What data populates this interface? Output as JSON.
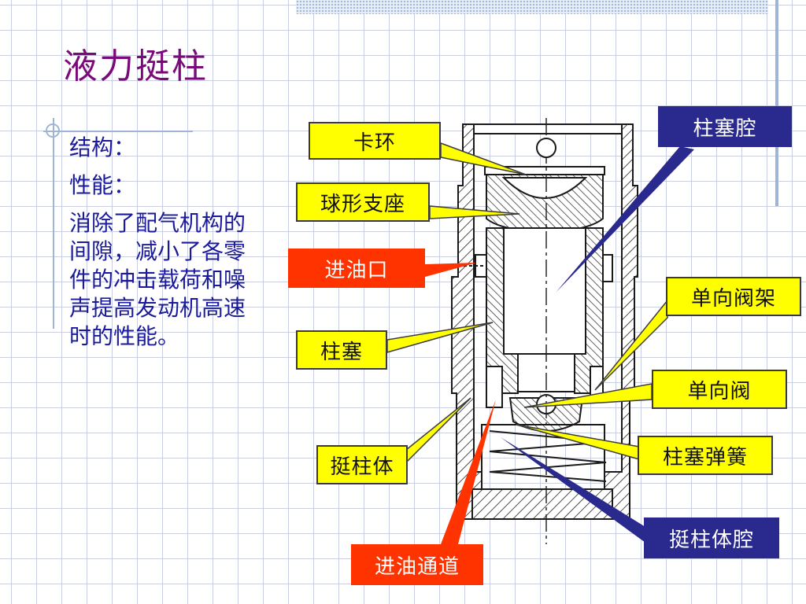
{
  "title": "液力挺柱",
  "body": {
    "structure_label": "结构：",
    "performance_label": "性能：",
    "description": "消除了配气机构的间隙，减小了各零件的冲击载荷和噪声提高发动机高速时的性能。"
  },
  "labels": {
    "kahuan": "卡环",
    "qiuxing_zhizuo": "球形支座",
    "jinyoukou": "进油口",
    "zhusai": "柱塞",
    "tingzhuti": "挺柱体",
    "jinyou_tongdao": "进油通道",
    "zhusaiqiang": "柱塞腔",
    "danxiang_fajia": "单向阀架",
    "danxiang_fa": "单向阀",
    "zhusai_tanhuang": "柱塞弹簧",
    "tingzhutiqiang": "挺柱体腔"
  },
  "colors": {
    "title": "#7a0a7a",
    "body_text": "#1a1a9a",
    "yellow_label": "#ffff00",
    "red_label": "#ff3300",
    "navy_label": "#2a2a8e",
    "grid": "#c9cfe0"
  }
}
